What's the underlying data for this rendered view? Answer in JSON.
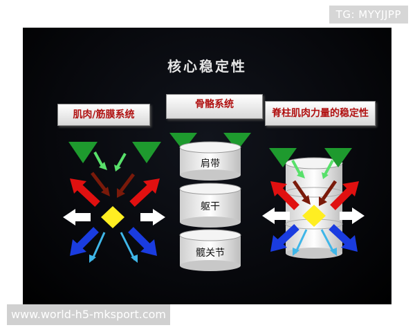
{
  "watermark_top": "TG: MYYJJPP",
  "watermark_bottom": "www.world-h5-mksport.com",
  "slide": {
    "title": "核心稳定性",
    "columns": [
      {
        "label": "肌肉/筋膜系统"
      },
      {
        "label": "骨骼系统",
        "segments": [
          "肩带",
          "躯干",
          "髋关节"
        ]
      },
      {
        "label": "脊柱肌肉力量的稳定性"
      }
    ]
  },
  "colors": {
    "triangle": "#1e9a2e",
    "diamond": "#ffee22",
    "red_arrow": "#e01010",
    "blue_arrow": "#1a3ce0",
    "cyan_arrow": "#3fb6e8",
    "green_arrow": "#58e06a",
    "brown_arrow": "#7a1a0a"
  }
}
